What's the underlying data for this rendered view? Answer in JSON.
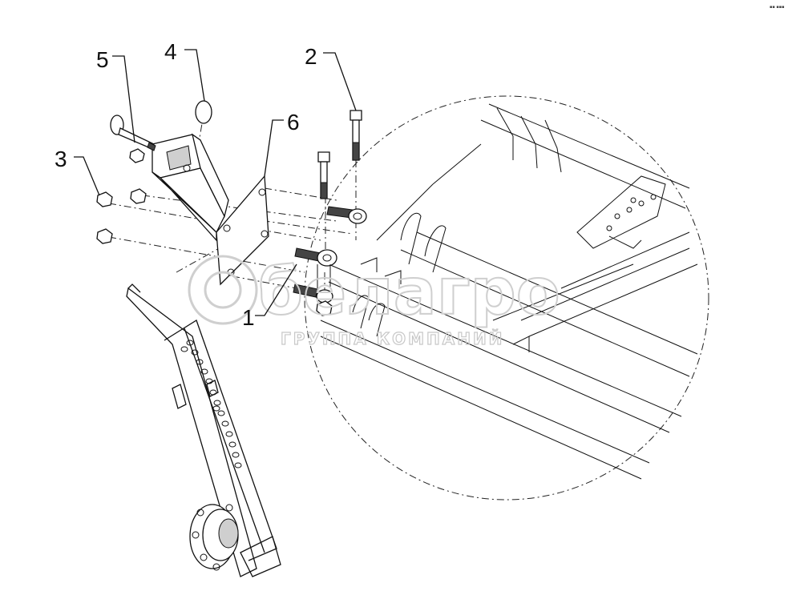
{
  "callouts": {
    "c1": "1",
    "c2": "2",
    "c3": "3",
    "c4": "4",
    "c5": "5",
    "c6": "6"
  },
  "watermark": {
    "brand": "белагро",
    "subtitle": "ГРУППА КОМПАНИЙ"
  },
  "corner_mark": "▪▪ ▪▪▪",
  "colors": {
    "line": "#111111",
    "watermark": "#cfcfcf",
    "background": "#ffffff"
  }
}
